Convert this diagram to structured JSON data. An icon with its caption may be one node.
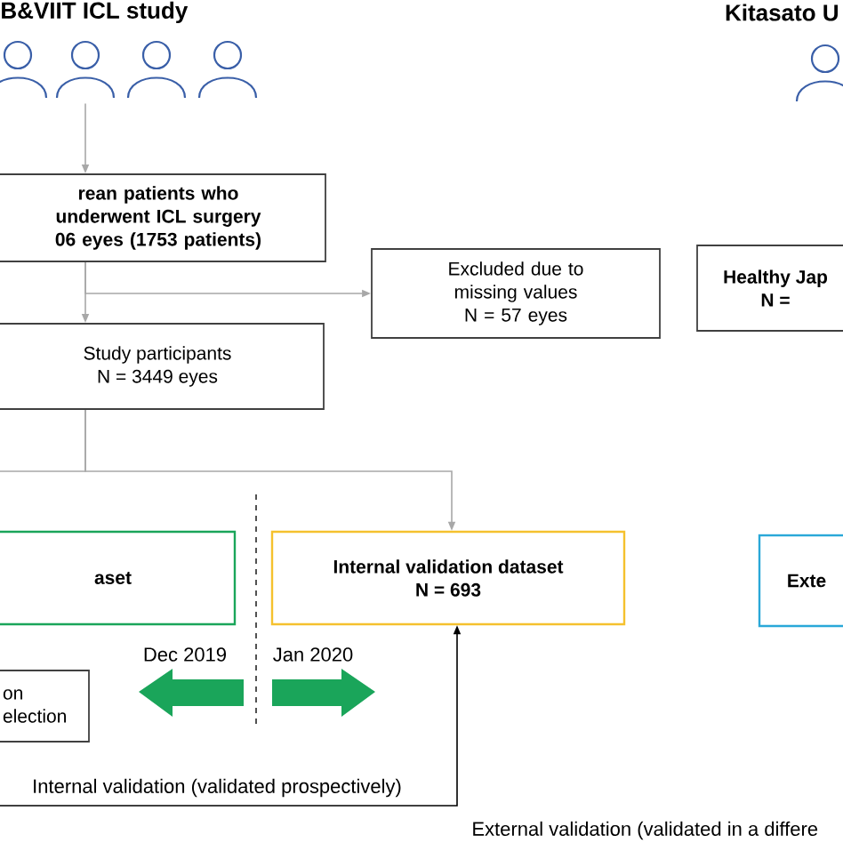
{
  "diagram": {
    "nodes": [
      {
        "text": [],
        "shape": "person"
      },
      {
        "text": [
          "rean patients who underwent ICL surgery",
          "06 eyes (1753 patients)"
        ]
      },
      {
        "text": [
          "Excluded due to missing values",
          "N = 57 eyes"
        ]
      },
      {
        "text": [
          "Study participants",
          "N = 3449 eyes"
        ]
      },
      {
        "text": [
          "aset"
        ]
      },
      {
        "text": [
          "Internal validation dataset",
          "N = 693"
        ]
      },
      {
        "text": [
          "on election"
        ]
      },
      {
        "text": [],
        "shape": "person"
      },
      {
        "text": [
          "Healthy Jap",
          "N ="
        ]
      },
      {
        "text": [
          "Exte"
        ]
      }
    ],
    "edges": [
      {
        "from": 0,
        "to": 1,
        "arrow": "to"
      },
      {
        "from": 1,
        "to": 2,
        "arrow": "to"
      },
      {
        "from": 1,
        "to": 3,
        "arrow": "to"
      },
      {
        "from": 3,
        "to": 5,
        "arrow": "to"
      },
      {
        "from": 3,
        "to": null,
        "arrow": "none"
      },
      {
        "from": null,
        "to": 5,
        "arrow": "to",
        "color": "#000000",
        "label": "Internal validation (validated prospectively)"
      }
    ],
    "labels": [
      "B&VIIT ICL study",
      "Kitasato U",
      "Dec 2019",
      "Jan 2020",
      "External validation (validated in a differe"
    ]
  }
}
